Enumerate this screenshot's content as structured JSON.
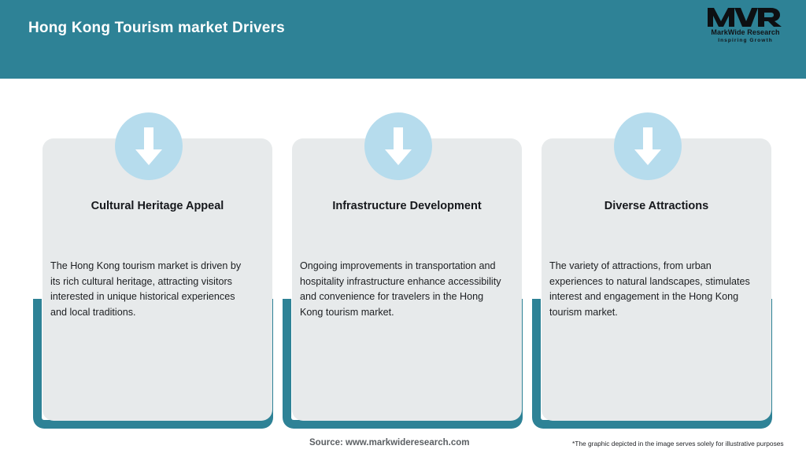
{
  "header": {
    "title": "Hong Kong Tourism market Drivers",
    "background_color": "#2e8296",
    "title_color": "#ffffff"
  },
  "logo": {
    "mark": "MWR",
    "name": "MarkWide Research",
    "tagline": "Inspiring Growth"
  },
  "cards": [
    {
      "icon": "down-arrow-icon",
      "heading": "Cultural Heritage Appeal",
      "body": "The Hong Kong tourism market is driven by its rich cultural heritage, attracting visitors interested in unique historical experiences and local traditions."
    },
    {
      "icon": "down-arrow-icon",
      "heading": "Infrastructure Development",
      "body": "Ongoing improvements in transportation and hospitality infrastructure enhance accessibility and convenience for travelers in the Hong Kong tourism market."
    },
    {
      "icon": "down-arrow-icon",
      "heading": "Diverse Attractions",
      "body": "The variety of attractions, from urban experiences to natural landscapes, stimulates interest and engagement in the Hong Kong tourism market."
    }
  ],
  "footer": {
    "source": "Source: www.markwideresearch.com",
    "disclaimer": "*The graphic depicted in the image serves solely for illustrative purposes"
  },
  "colors": {
    "teal": "#2e8296",
    "card_fill": "#e7eaeb",
    "icon_circle": "#b6dced",
    "arrow": "#ffffff"
  }
}
